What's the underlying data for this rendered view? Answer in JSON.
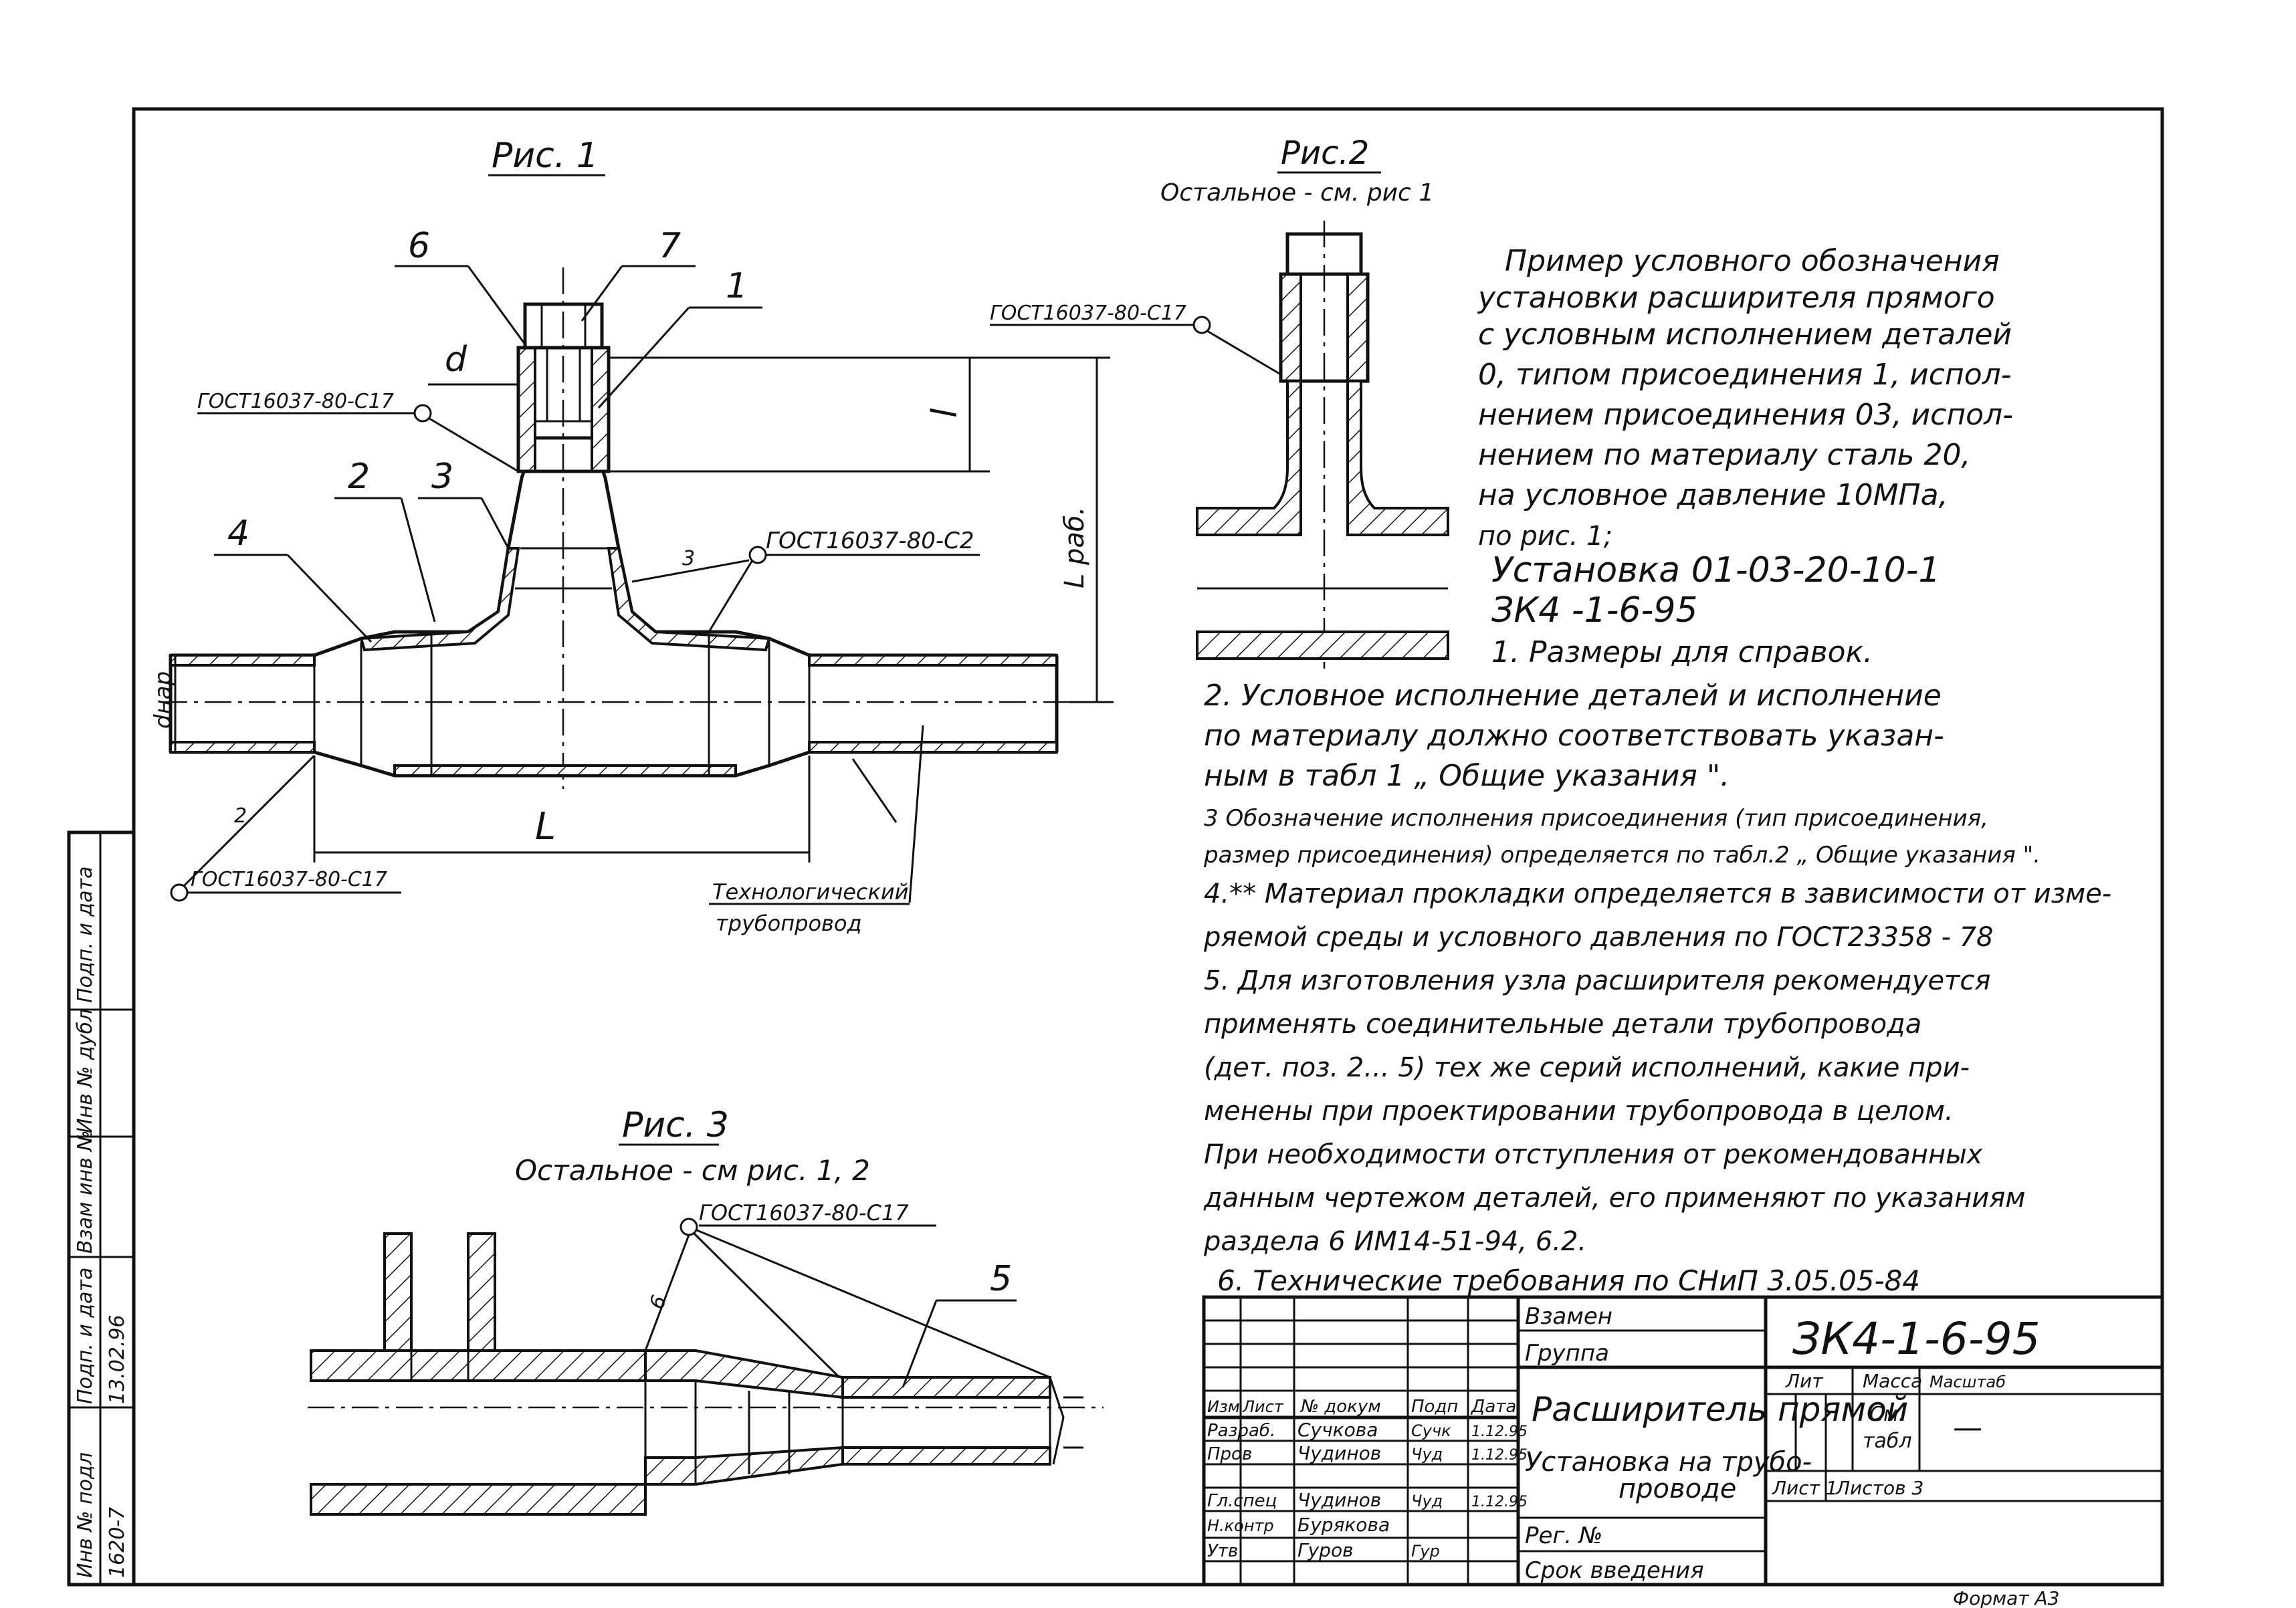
{
  "figures": {
    "fig1": {
      "title": "Рис. 1"
    },
    "fig2": {
      "title": "Рис.2",
      "subtitle": "Остальное - см. рис 1"
    },
    "fig3": {
      "title": "Рис. 3",
      "subtitle": "Остальное - см рис. 1, 2"
    }
  },
  "fig1_labels": {
    "pos6": "6",
    "pos7": "7",
    "pos1": "1",
    "pos2": "2",
    "pos3": "3",
    "pos4": "4",
    "pos3b": "3",
    "pos2b": "2",
    "dim_d": "d",
    "dim_l": "l",
    "dim_lrab": "L раб.",
    "dim_dnar": "dнар",
    "dim_L": "L",
    "weld_c17_top": "ГОСТ16037-80-С17",
    "weld_c2": "ГОСТ16037-80-С2",
    "weld_c17_bottom": "ГОСТ16037-80-С17",
    "pipeline_line1": "Технологический",
    "pipeline_line2": "трубопровод"
  },
  "fig2_labels": {
    "weld": "ГОСТ16037-80-С17"
  },
  "fig3_labels": {
    "weld": "ГОСТ16037-80-С17",
    "pos5": "5",
    "pos6": "6"
  },
  "notes": {
    "example_lines": [
      "Пример условного обозначения",
      "установки расширителя прямого",
      "с условным исполнением деталей",
      "0, типом присоединения 1, испол-",
      "нением присоединения 03, испол-",
      "нением по материалу сталь 20,",
      "на условное давление 10МПа,",
      "по рис. 1;"
    ],
    "designation_line1": "Установка 01-03-20-10-1",
    "designation_line2": "ЗК4 -1-6-95",
    "items": [
      "1. Размеры для справок.",
      "2. Условное исполнение деталей и исполнение",
      "по материалу должно соответствовать указан-",
      "ным в табл 1 „ Общие указания \".",
      "3 Обозначение исполнения присоединения (тип присоединения,",
      "размер присоединения) определяется по табл.2 „ Общие указания \".",
      "4.** Материал прокладки определяется в зависимости от изме-",
      "ряемой среды и условного давления по ГОСТ23358 - 78",
      "5. Для изготовления узла расширителя рекомендуется",
      "применять соединительные детали трубопровода",
      "(дет. поз. 2... 5) тех же серий исполнений, какие при-",
      "менены при проектировании трубопровода в целом.",
      "При необходимости отступления от рекомендованных",
      "данным чертежом деталей, его применяют по указаниям",
      "раздела 6 ИМ14-51-94, 6.2.",
      "6. Технические требования по СНиП 3.05.05-84"
    ]
  },
  "title_block": {
    "replaces": "Взамен",
    "group": "Группа",
    "document_code": "ЗК4-1-6-95",
    "name_line1": "Расширитель прямой",
    "name_line2": "Установка на трубо-",
    "name_line3": "проводе",
    "reg_no": "Рег. №",
    "intro_date": "Срок введения",
    "col_headers": [
      "Изм",
      "Лист",
      "№ докум",
      "Подп",
      "Дата"
    ],
    "rows": [
      {
        "role": "Разраб.",
        "name": "Сучкова",
        "sign": "Сучк",
        "date": "1.12.95"
      },
      {
        "role": "Пров",
        "name": "Чудинов",
        "sign": "Чуд",
        "date": "1.12.95"
      },
      {
        "role": "",
        "name": "",
        "sign": "",
        "date": ""
      },
      {
        "role": "Гл.спец",
        "name": "Чудинов",
        "sign": "Чуд",
        "date": "1.12.95"
      },
      {
        "role": "Н.контр",
        "name": "Бурякова",
        "sign": "",
        "date": ""
      },
      {
        "role": "Утв",
        "name": "Гуров",
        "sign": "Гур",
        "date": ""
      }
    ],
    "lit_label": "Лит",
    "mass_label": "Масса",
    "scale_label": "Масштаб",
    "mass_value_line1": "См.",
    "mass_value_line2": "табл",
    "scale_value": "—",
    "sheet_label": "Лист 1",
    "sheets_label": "Листов 3",
    "format": "Формат А3"
  },
  "side_stamp": {
    "labels": [
      "Инв № подл",
      "Подп. и дата",
      "Взам инв №",
      "Инв № дубл",
      "Подп. и дата"
    ],
    "inv_no": "1620-7",
    "sign_date": "13.02.96"
  }
}
